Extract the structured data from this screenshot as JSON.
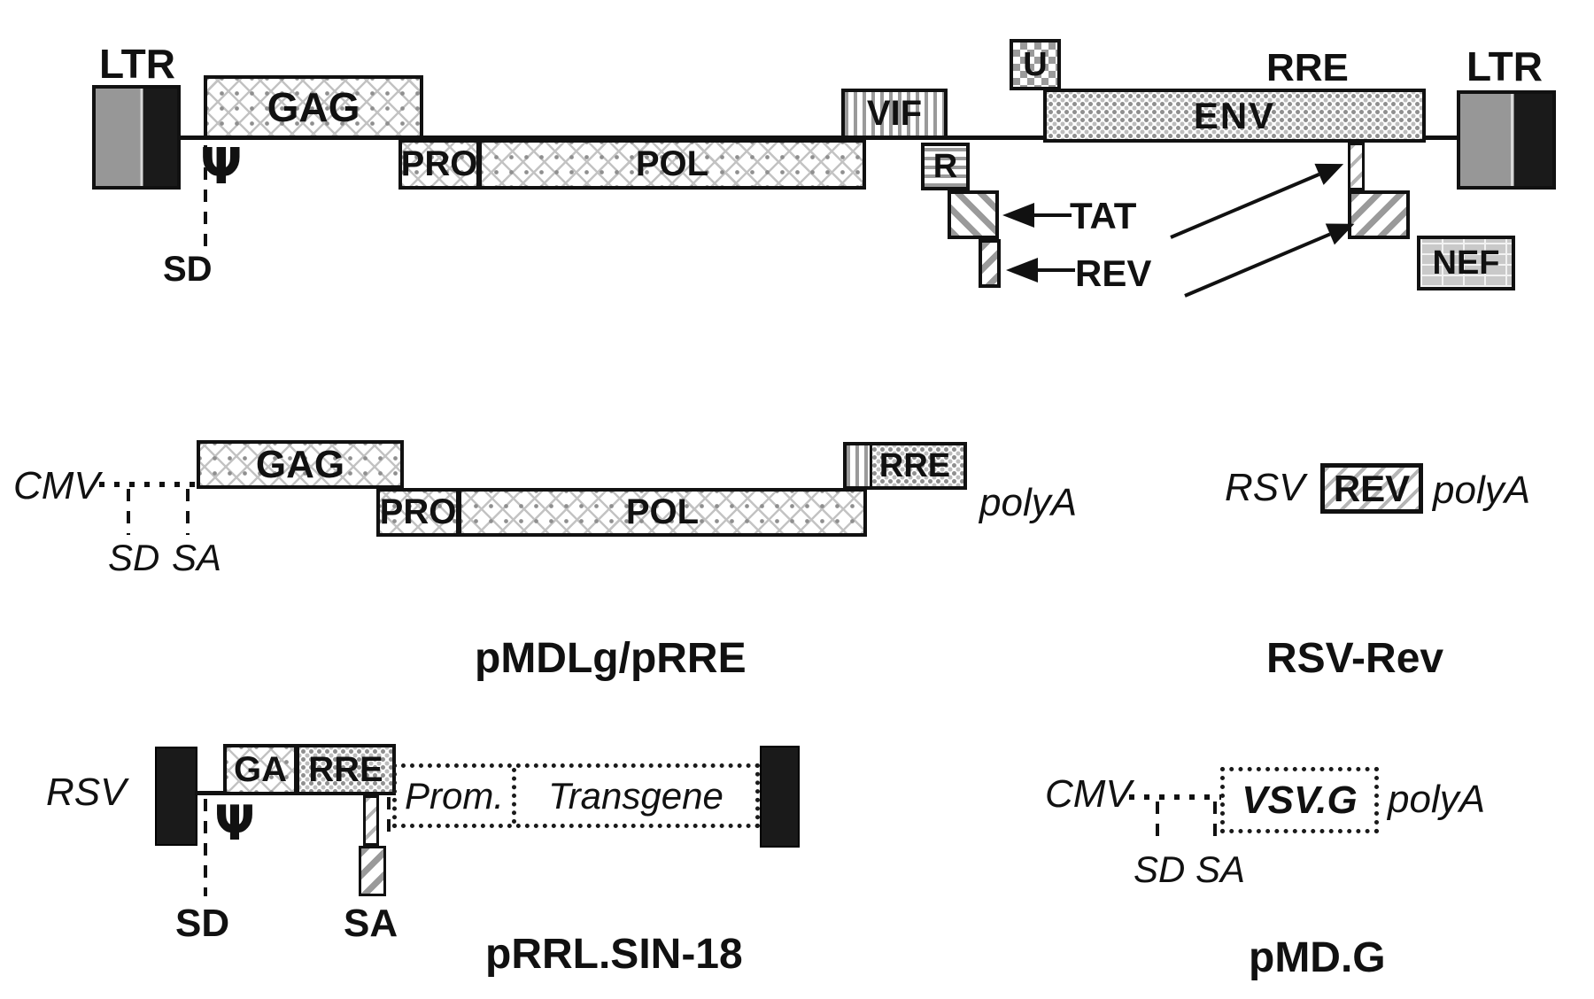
{
  "palette": {
    "ink": "#111111",
    "gray_fill": "#9a9a9a",
    "black_fill": "#1a1a1a"
  },
  "provirus": {
    "ltr_left": "LTR",
    "ltr_right": "LTR",
    "sd": "SD",
    "psi": "Ψ",
    "gag": "GAG",
    "pro": "PRO",
    "pol": "POL",
    "vif": "VIF",
    "r": "R",
    "u": "U",
    "env": "ENV",
    "rre": "RRE",
    "tat": "TAT",
    "rev": "REV",
    "nef": "NEF"
  },
  "pmdl": {
    "cmv": "CMV",
    "sd": "SD",
    "sa": "SA",
    "gag": "GAG",
    "pro": "PRO",
    "pol": "POL",
    "rre": "RRE",
    "polya": "polyA",
    "name": "pMDLg/pRRE"
  },
  "rsvrev": {
    "rsv": "RSV",
    "rev": "REV",
    "polya": "polyA",
    "name": "RSV-Rev"
  },
  "prrl": {
    "rsv": "RSV",
    "psi": "Ψ",
    "sd": "SD",
    "ga": "GA",
    "rre": "RRE",
    "sa": "SA",
    "prom": "Prom.",
    "transgene": "Transgene",
    "name": "pRRL.SIN-18"
  },
  "pmdg": {
    "cmv": "CMV",
    "sd": "SD",
    "sa": "SA",
    "vsvg": "VSV.G",
    "polya": "polyA",
    "name": "pMD.G"
  }
}
